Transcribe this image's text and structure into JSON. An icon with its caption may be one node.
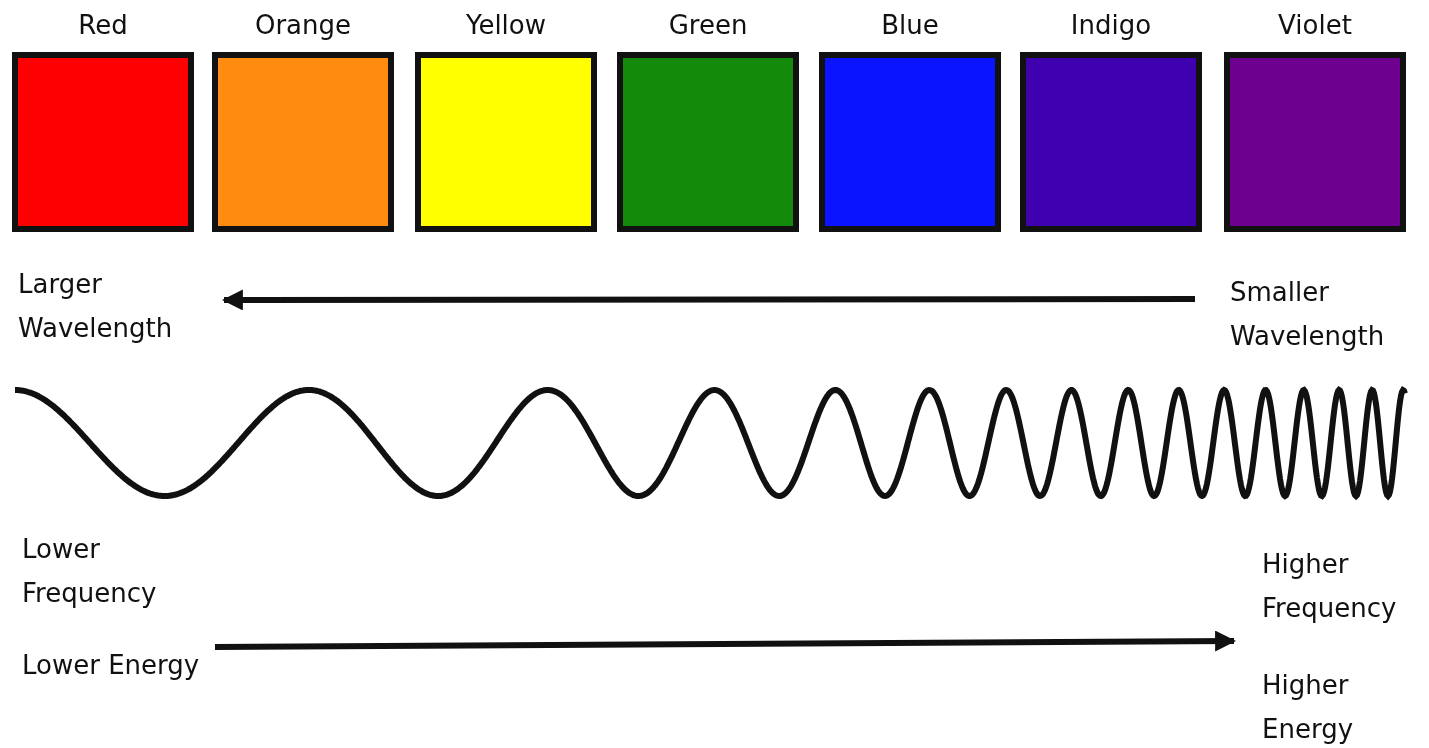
{
  "diagram": {
    "nodes": [
      {
        "text": [
          "Red"
        ]
      },
      {
        "text": [
          "Orange"
        ]
      },
      {
        "text": [
          "Yellow"
        ]
      },
      {
        "text": [
          "Green"
        ]
      },
      {
        "text": [
          "Blue"
        ]
      },
      {
        "text": [
          "Indigo"
        ]
      },
      {
        "text": [
          "Violet"
        ]
      }
    ],
    "edges": [],
    "labels": [
      "Larger Wavelength",
      "Smaller Wavelength",
      "Lower Frequency",
      "Lower Energy",
      "Higher Frequency",
      "Higher Energy"
    ]
  }
}
